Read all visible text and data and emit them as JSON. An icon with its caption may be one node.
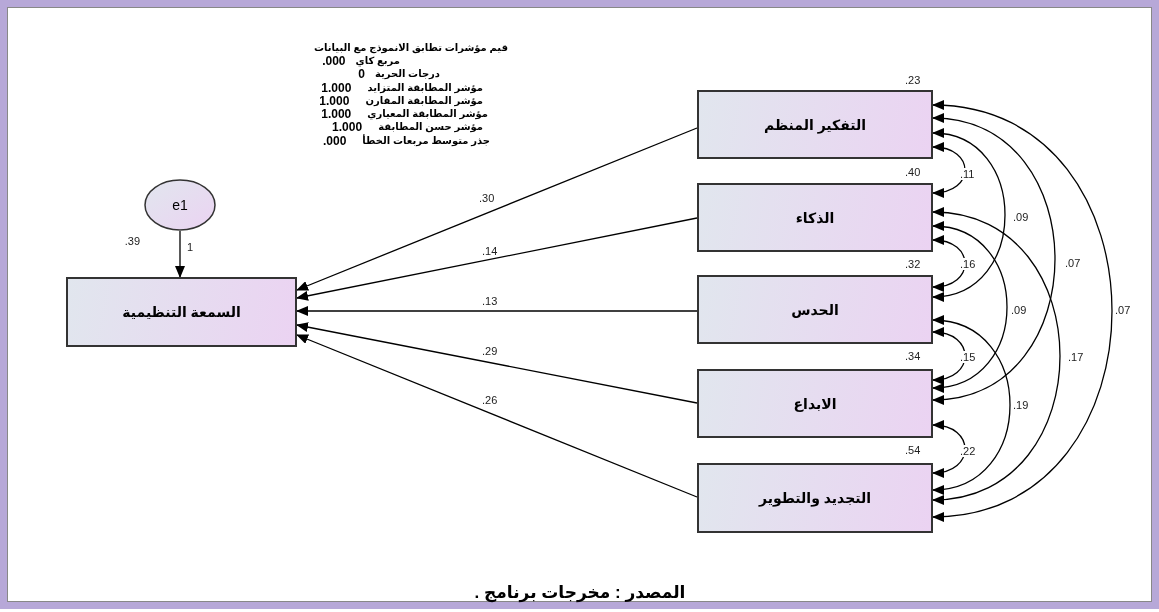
{
  "diagram": {
    "caption": "المصدر : مخرجات برنامج .",
    "nodes": [
      {
        "text": [
          "e1"
        ],
        "beside": [
          ".39"
        ]
      },
      {
        "text": [
          "السمعة التنظيمية"
        ]
      },
      {
        "text": [
          "التفكير المنظم"
        ],
        "beside": [
          ".23"
        ]
      },
      {
        "text": [
          "الذكاء"
        ],
        "beside": [
          ".40"
        ]
      },
      {
        "text": [
          "الحدس"
        ],
        "beside": [
          ".32"
        ]
      },
      {
        "text": [
          "الابداع"
        ],
        "beside": [
          ".34"
        ]
      },
      {
        "text": [
          "التجديد والتطوير"
        ],
        "beside": [
          ".54"
        ]
      }
    ],
    "edges": [
      {
        "from": 0,
        "to": 1,
        "arrow": "to",
        "label": "1"
      },
      {
        "from": 2,
        "to": 1,
        "arrow": "to",
        "label": ".30"
      },
      {
        "from": 3,
        "to": 1,
        "arrow": "to",
        "label": ".14"
      },
      {
        "from": 4,
        "to": 1,
        "arrow": "to",
        "label": ".13"
      },
      {
        "from": 5,
        "to": 1,
        "arrow": "to",
        "label": ".29"
      },
      {
        "from": 6,
        "to": 1,
        "arrow": "to",
        "label": ".26"
      },
      {
        "from": 2,
        "to": 3,
        "arrow": "both",
        "label": ".11"
      },
      {
        "from": 3,
        "to": 4,
        "arrow": "both",
        "label": ".16"
      },
      {
        "from": 4,
        "to": 5,
        "arrow": "both",
        "label": ".15"
      },
      {
        "from": 5,
        "to": 6,
        "arrow": "both",
        "label": ".22"
      },
      {
        "from": 2,
        "to": 4,
        "arrow": "both",
        "label": ".09"
      },
      {
        "from": 3,
        "to": 5,
        "arrow": "both",
        "label": ".09"
      },
      {
        "from": 4,
        "to": 6,
        "arrow": "both",
        "label": ".19"
      },
      {
        "from": 2,
        "to": 5,
        "arrow": "both",
        "label": ".07"
      },
      {
        "from": 3,
        "to": 6,
        "arrow": "both",
        "label": ".17"
      },
      {
        "from": 2,
        "to": 6,
        "arrow": "both",
        "label": ".07"
      }
    ],
    "labels": [
      "قيم مؤشرات تطابق الانموذج مع البيانات",
      ".000",
      "مربع كاي",
      "0",
      "درجات الحرية",
      "1.000",
      "مؤشر المطابقة المتزايد",
      "1.000",
      "مؤشر المطابقة المقارن",
      "1.000",
      "مؤشر المطابقة المعياري",
      "1.000",
      "مؤشر حسن المطابقة",
      ".000",
      "جذر متوسط مربعات الخطأ"
    ]
  }
}
